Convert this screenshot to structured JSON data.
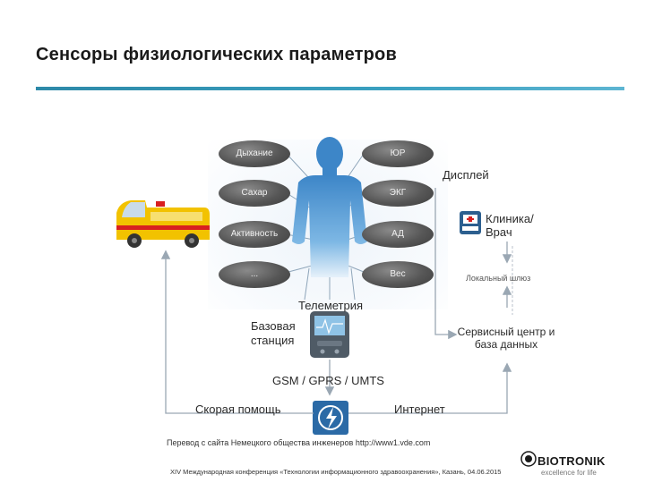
{
  "title": "Сенсоры физиологических параметров",
  "sensors": {
    "breathing": "Дыхание",
    "sugar": "Сахар",
    "activity": "Активность",
    "more": "...",
    "ior": "ЮР",
    "ecg": "ЭКГ",
    "bp": "АД",
    "weight": "Вес"
  },
  "labels": {
    "display": "Дисплей",
    "clinic": "Клиника/ Врач",
    "local_gateway": "Локальный шлюз",
    "telemetry": "Телеметрия",
    "base_station": "Базовая станция",
    "service_center": "Сервисный центр и база данных",
    "network": "GSM / GPRS / UMTS",
    "ambulance": "Скорая помощь",
    "internet": "Интернет"
  },
  "footer": {
    "source": "Перевод с сайта Немецкого общества инженеров http://www1.vde.com",
    "conference": "XIV Международная конференция «Технологии информационного здравоохранения», Казань, 04.06.2015"
  },
  "logo": {
    "name": "BIOTRONIK",
    "tagline": "excellence for life"
  },
  "colors": {
    "accent": "#2d89a8",
    "arrow": "#5a9ec4",
    "sensor": "#555555",
    "ambulance_body": "#f2c200",
    "ambulance_stripe": "#d82020",
    "body_figure": "#3f8fcf"
  }
}
